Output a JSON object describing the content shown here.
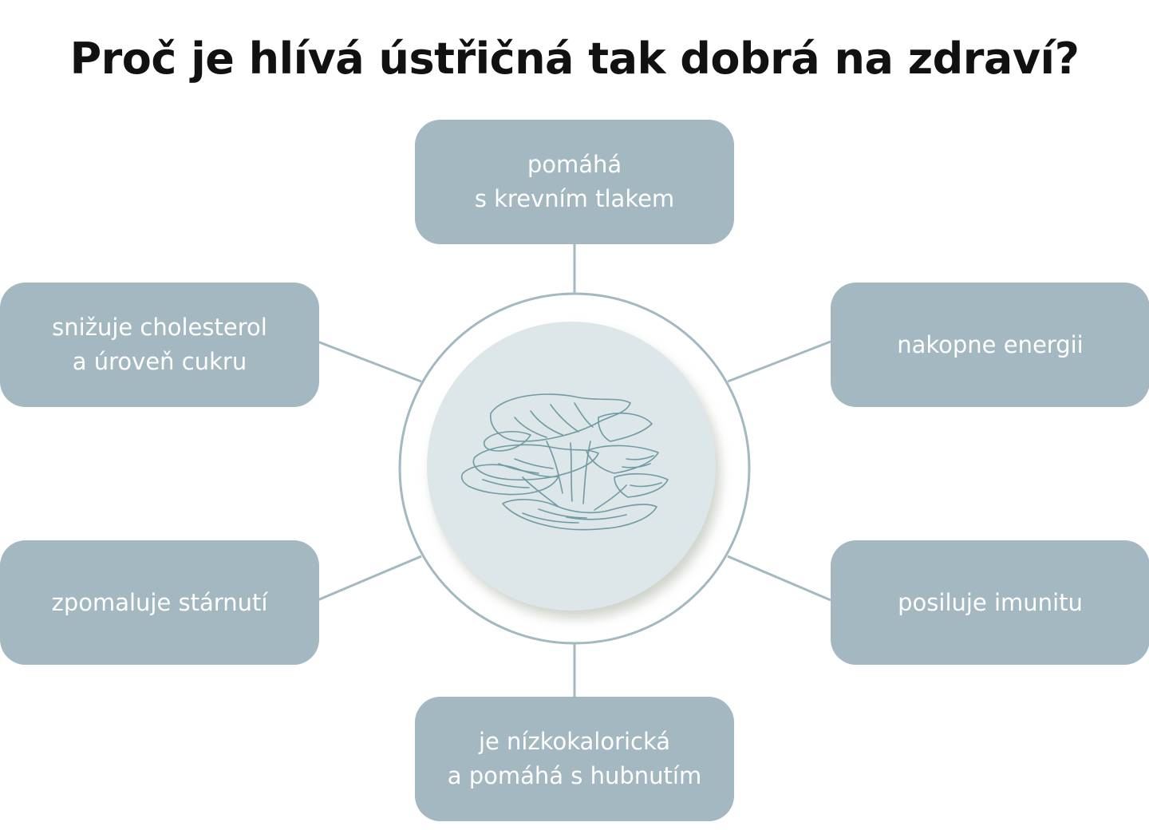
{
  "title": "Proč je hlívá ústřičná tak dobrá na zdraví?",
  "colors": {
    "node_fill": "#a3b8c1",
    "node_text": "#ffffff",
    "connector": "#a3b8c1",
    "center_ring": "#a3b8c1",
    "center_disc": "#dde6e9",
    "illustration_stroke": "#6f9ba3",
    "title_text": "#111111"
  },
  "center": {
    "icon": "oyster-mushroom-icon"
  },
  "benefits": {
    "top": {
      "line1": "pomáhá",
      "line2": "s krevním tlakem"
    },
    "top_left": {
      "line1": "snižuje cholesterol",
      "line2": "a úroveň cukru"
    },
    "top_right": {
      "line1": "nakopne energii"
    },
    "bottom_left": {
      "line1": "zpomaluje stárnutí"
    },
    "bottom_right": {
      "line1": "posiluje imunitu"
    },
    "bottom": {
      "line1": "je nízkokalorická",
      "line2": "a pomáhá s hubnutím"
    }
  }
}
